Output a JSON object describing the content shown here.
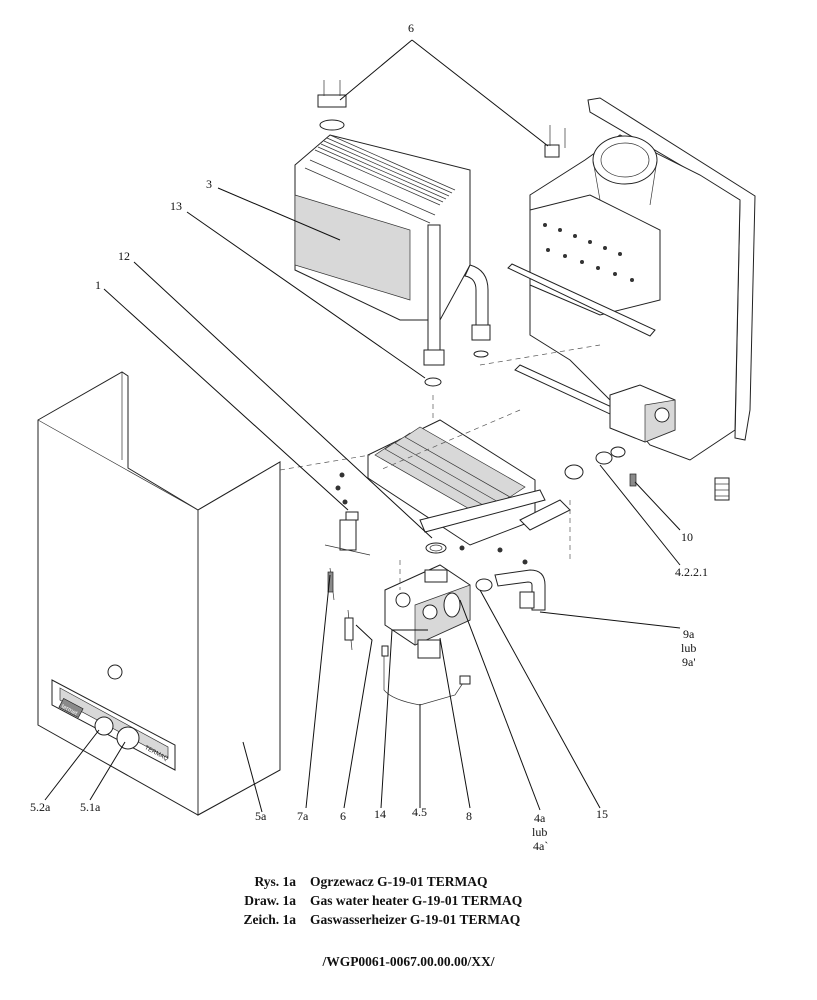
{
  "callouts": {
    "c6_top": "6",
    "c3": "3",
    "c13": "13",
    "c12": "12",
    "c1": "1",
    "c10": "10",
    "c4221": "4.2.2.1",
    "c9a": [
      "9a",
      "lub",
      "9a'"
    ],
    "c52a": "5.2a",
    "c51a": "5.1a",
    "c5a": "5a",
    "c7a": "7a",
    "c6_bottom": "6",
    "c14": "14",
    "c45": "4.5",
    "c8": "8",
    "c4a": [
      "4a",
      "lub",
      "4a`"
    ],
    "c15": "15"
  },
  "caption": {
    "rows": [
      {
        "prefix": "Rys. 1a",
        "text": "Ogrzewacz G-19-01 TERMAQ"
      },
      {
        "prefix": "Draw. 1a",
        "text": "Gas water heater G-19-01 TERMAQ"
      },
      {
        "prefix": "Zeich. 1a",
        "text": "Gaswasserheizer G-19-01 TERMAQ"
      }
    ],
    "drawing_number": "/WGP0061-0067.00.00.00/XX/"
  },
  "casing": {
    "brand_logo": "termet",
    "model_label": "TERMAQ"
  },
  "colors": {
    "line": "#111111",
    "background": "#ffffff"
  }
}
